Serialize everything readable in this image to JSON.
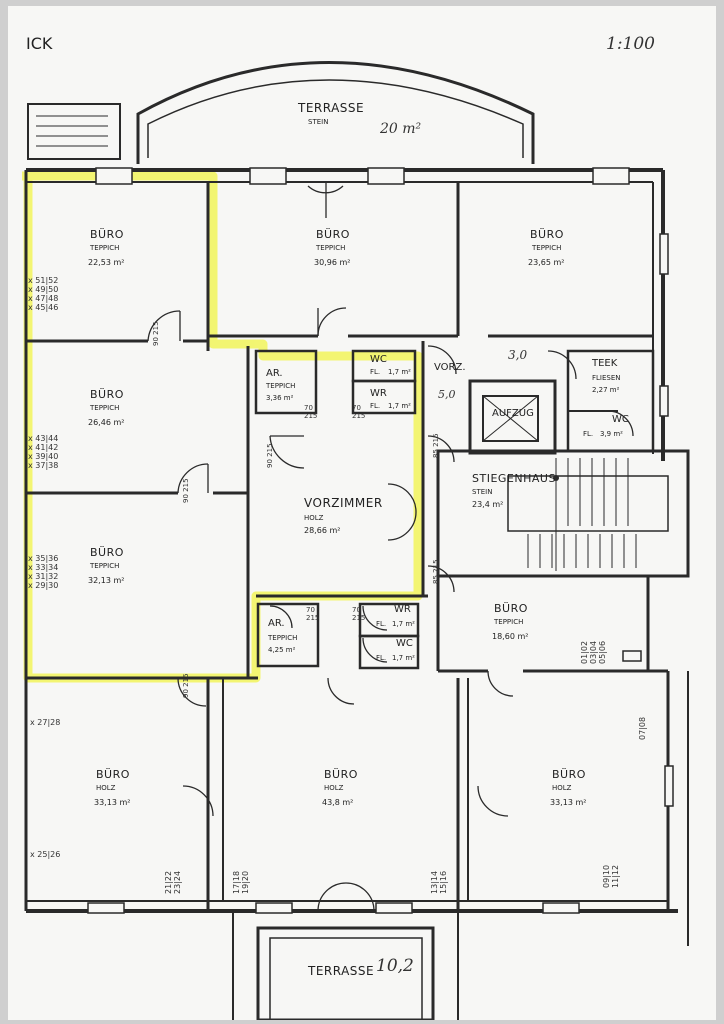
{
  "header": {
    "title_fragment": "ICK",
    "scale": "1:100"
  },
  "colors": {
    "wall": "#2a2a2a",
    "highlight": "#f2f55a",
    "paper": "#f7f7f5"
  },
  "rooms": {
    "terrace_top": {
      "name": "TERRASSE",
      "floor": "STEIN",
      "area_note": "20 m²"
    },
    "office_nw": {
      "name": "BÜRO",
      "floor": "TEPPICH",
      "area": "22,53 m²"
    },
    "office_n_center": {
      "name": "BÜRO",
      "floor": "TEPPICH",
      "area": "30,96 m²"
    },
    "office_ne": {
      "name": "BÜRO",
      "floor": "TEPPICH",
      "area": "23,65 m²"
    },
    "office_w_mid": {
      "name": "BÜRO",
      "floor": "TEPPICH",
      "area": "26,46 m²"
    },
    "office_w_low": {
      "name": "BÜRO",
      "floor": "TEPPICH",
      "area": "32,13 m²"
    },
    "storage_top": {
      "name": "AR.",
      "floor": "TEPPICH",
      "area": "3,36 m²"
    },
    "wc_top": {
      "name": "WC",
      "floor": "FL.",
      "area": "1,7 m²"
    },
    "wr_top": {
      "name": "WR",
      "floor": "FL.",
      "area": "1,7 m²"
    },
    "anteroom_small": {
      "name": "VORZ.",
      "note": "5,0"
    },
    "teek": {
      "name": "TEEK",
      "floor": "FLIESEN",
      "area": "2,27 m²"
    },
    "wc_teek": {
      "name": "WC",
      "floor": "FL.",
      "area": "3,9 m²"
    },
    "lift": {
      "name": "AUFZUG"
    },
    "hall": {
      "name": "VORZIMMER",
      "floor": "HOLZ",
      "area": "28,66 m²"
    },
    "stairs": {
      "name": "STIEGENHAUS",
      "floor": "STEIN",
      "area": "23,4 m²"
    },
    "storage_low": {
      "name": "AR.",
      "floor": "TEPPICH",
      "area": "4,25 m²"
    },
    "wr_low": {
      "name": "WR",
      "floor": "FL.",
      "area": "1,7 m²"
    },
    "wc_low": {
      "name": "WC",
      "floor": "FL.",
      "area": "1,7 m²"
    },
    "office_e_mid": {
      "name": "BÜRO",
      "floor": "TEPPICH",
      "area": "18,60 m²"
    },
    "office_sw": {
      "name": "BÜRO",
      "floor": "HOLZ",
      "area": "33,13 m²"
    },
    "office_s_center": {
      "name": "BÜRO",
      "floor": "HOLZ",
      "area": "43,8 m²"
    },
    "office_se": {
      "name": "BÜRO",
      "floor": "HOLZ",
      "area": "33,13 m²"
    },
    "terrace_bottom": {
      "name": "TERRASSE",
      "note": "10,2"
    }
  },
  "door_dims": {
    "d90_215": [
      "90",
      "215"
    ],
    "d70_215": [
      "70",
      "215"
    ],
    "d85_215": [
      "85",
      "215"
    ]
  },
  "annotations": {
    "vorz_dim": "3,0",
    "tally_nw": [
      "x 51|52",
      "x 49|50",
      "x 47|48",
      "x 45|46"
    ],
    "tally_w_mid": [
      "x 43|44",
      "x 41|42",
      "x 39|40",
      "x 37|38"
    ],
    "tally_w_low": [
      "x 35|36",
      "x 33|34",
      "x 31|32",
      "x 29|30"
    ],
    "tally_below": "x 27|28",
    "tally_sw_left": "x 25|26",
    "tally_sw_right": [
      "21|22",
      "23|24"
    ],
    "tally_center_left": [
      "17|18",
      "19|20"
    ],
    "tally_center_right": [
      "13|14",
      "15|16"
    ],
    "tally_se": [
      "09|10",
      "11|12"
    ],
    "tally_se_top": "07|08",
    "tally_e_mid": [
      "01|02",
      "03|04",
      "05|06"
    ]
  }
}
